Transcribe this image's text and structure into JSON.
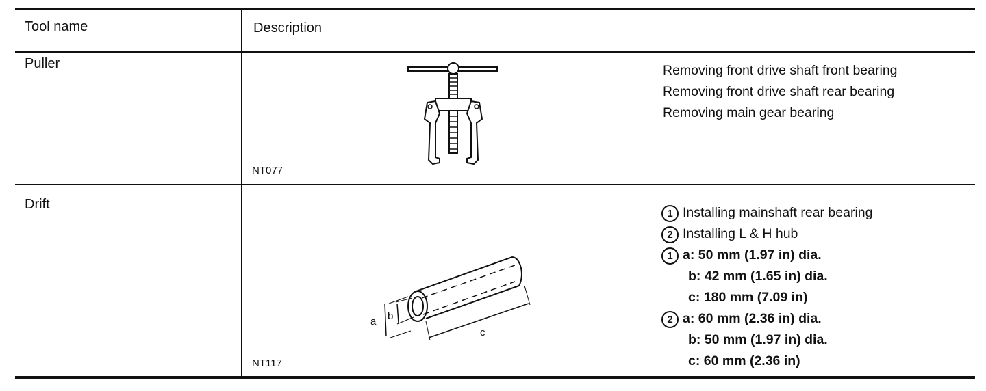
{
  "header": {
    "col_tool": "Tool name",
    "col_description": "Description"
  },
  "rows": [
    {
      "tool_name": "Puller",
      "figure_code": "NT077",
      "description": [
        "Removing front drive shaft front bearing",
        "Removing front drive shaft rear bearing",
        "Removing main gear bearing"
      ]
    },
    {
      "tool_name": "Drift",
      "figure_code": "NT117",
      "figure_labels": {
        "a": "a",
        "b": "b",
        "c": "c"
      },
      "description": {
        "step1_num": "1",
        "step1_text": "Installing mainshaft rear bearing",
        "step2_num": "2",
        "step2_text": "Installing L & H hub",
        "spec1_num": "1",
        "spec1_a": "a:  50 mm (1.97 in) dia.",
        "spec1_b": "b:  42 mm (1.65 in) dia.",
        "spec1_c": "c:  180 mm (7.09 in)",
        "spec2_num": "2",
        "spec2_a": "a:  60 mm (2.36 in) dia.",
        "spec2_b": "b:  50 mm (1.97 in) dia.",
        "spec2_c": "c:  60 mm (2.36 in)"
      }
    }
  ]
}
